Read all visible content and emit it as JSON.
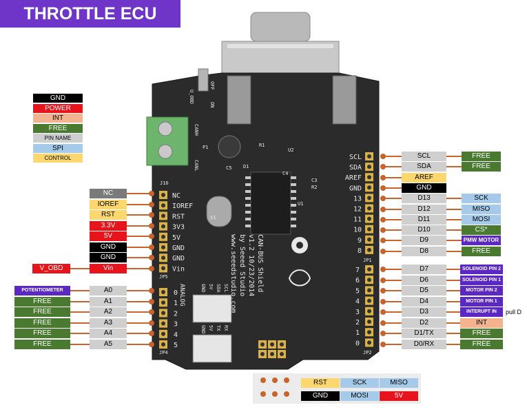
{
  "title": "THROTTLE ECU",
  "legend": [
    {
      "text": "GND",
      "bg": "#000000",
      "fg": "#ffffff"
    },
    {
      "text": "POWER",
      "bg": "#e8141b",
      "fg": "#ffffff"
    },
    {
      "text": "INT",
      "bg": "#f2b38e",
      "fg": "#000000"
    },
    {
      "text": "FREE",
      "bg": "#4a7a2f",
      "fg": "#ffffff"
    },
    {
      "text": "PIN NAME",
      "bg": "#cfcfcf",
      "fg": "#000000"
    },
    {
      "text": "SPI",
      "bg": "#a6cbea",
      "fg": "#000000"
    },
    {
      "text": "CONTROL",
      "bg": "#fbd76e",
      "fg": "#000000"
    }
  ],
  "colors": {
    "gnd": "#000000",
    "power": "#e8141b",
    "int": "#f2b38e",
    "free": "#4a7a2f",
    "pin": "#cfcfcf",
    "spi": "#a6cbea",
    "control": "#fbd76e",
    "purple": "#5b28c4",
    "nc": "#7a7a7a",
    "connector": "#c9632a",
    "board": "#2b2b2b"
  },
  "left_power": [
    {
      "pin": "NC",
      "type": "nc"
    },
    {
      "pin": "IOREF",
      "type": "control"
    },
    {
      "pin": "RST",
      "type": "control"
    },
    {
      "pin": "3.3V",
      "type": "power"
    },
    {
      "pin": "5V",
      "type": "power"
    },
    {
      "pin": "GND",
      "type": "gnd"
    },
    {
      "pin": "GND",
      "type": "gnd"
    },
    {
      "pin": "Vin",
      "type": "power",
      "ext": "V_OBD",
      "ext_type": "power"
    }
  ],
  "left_analog": [
    {
      "pin": "A0",
      "ext": "POTENTIOMETER",
      "ext_type": "purple"
    },
    {
      "pin": "A1",
      "ext": "FREE",
      "ext_type": "free"
    },
    {
      "pin": "A2",
      "ext": "FREE",
      "ext_type": "free"
    },
    {
      "pin": "A3",
      "ext": "FREE",
      "ext_type": "free"
    },
    {
      "pin": "A4",
      "ext": "FREE",
      "ext_type": "free"
    },
    {
      "pin": "A5",
      "ext": "FREE",
      "ext_type": "free"
    }
  ],
  "right_top": [
    {
      "pin": "SCL",
      "ext": "FREE",
      "ext_type": "free"
    },
    {
      "pin": "SDA",
      "ext": "FREE",
      "ext_type": "free"
    },
    {
      "pin": "AREF",
      "type": "control"
    },
    {
      "pin": "GND",
      "type": "gnd"
    },
    {
      "pin": "D13",
      "ext": "SCK",
      "ext_type": "spi"
    },
    {
      "pin": "D12",
      "ext": "MISO",
      "ext_type": "spi"
    },
    {
      "pin": "D11",
      "ext": "MOSI",
      "ext_type": "spi"
    },
    {
      "pin": "D10",
      "ext": "CS*",
      "ext_type": "free"
    },
    {
      "pin": "D9",
      "ext": "PMW MOTOR",
      "ext_type": "purple"
    },
    {
      "pin": "D8",
      "ext": "FREE",
      "ext_type": "free"
    }
  ],
  "right_bottom": [
    {
      "pin": "D7",
      "ext": "SOLENOID PIN 2",
      "ext_type": "purple"
    },
    {
      "pin": "D6",
      "ext": "SOLENOID PIN 1",
      "ext_type": "purple"
    },
    {
      "pin": "D5",
      "ext": "MOTOR PIN 2",
      "ext_type": "purple"
    },
    {
      "pin": "D4",
      "ext": "MOTOR PIN 1",
      "ext_type": "purple"
    },
    {
      "pin": "D3",
      "ext": "INTERUPT IN",
      "ext_type": "purple",
      "note": "pull D"
    },
    {
      "pin": "D2",
      "ext": "INT",
      "ext_type": "int"
    },
    {
      "pin": "D1/TX",
      "ext": "FREE",
      "ext_type": "free"
    },
    {
      "pin": "D0/RX",
      "ext": "FREE",
      "ext_type": "free"
    }
  ],
  "icsp": {
    "row1": [
      {
        "text": "RST",
        "type": "control"
      },
      {
        "text": "SCK",
        "type": "spi"
      },
      {
        "text": "MISO",
        "type": "spi"
      }
    ],
    "row2": [
      {
        "text": "GND",
        "type": "gnd"
      },
      {
        "text": "MOSI",
        "type": "spi"
      },
      {
        "text": "5V",
        "type": "power"
      }
    ]
  },
  "board": {
    "left_pins_top": [
      "NC",
      "IOREF",
      "RST",
      "3V3",
      "5V",
      "GND",
      "GND",
      "Vin"
    ],
    "left_pins_top_label": "J16",
    "left_header_label": "JP5",
    "analog_pins": [
      "0",
      "1",
      "2",
      "3",
      "4",
      "5"
    ],
    "analog_label": "ANALOG",
    "analog_header_label": "JP4",
    "right_top_pins": [
      "SCL",
      "SDA",
      "AREF",
      "GND",
      "13",
      "12",
      "11",
      "10",
      "9",
      "8"
    ],
    "right_top_header_label": "JP1",
    "right_bottom_pins": [
      "7",
      "6",
      "5",
      "4",
      "3",
      "2",
      "1",
      "0"
    ],
    "right_bottom_header_label": "JP2",
    "shield_text": [
      "CAN-BUS Shield",
      "v1.2 10/23/2014",
      "by Seeed Studio",
      "www.seeedstudio.com"
    ],
    "grove1": [
      "GND",
      "5V",
      "SDA",
      "SCL"
    ],
    "grove2": [
      "GND",
      "5V",
      "TX",
      "RX"
    ],
    "canh": "CANH",
    "canl": "CANL",
    "u_obd": "U_OBD",
    "off": "OFF",
    "on": "ON",
    "x1": "X1",
    "u1": "U1",
    "u2": "U2",
    "r1": "R1",
    "c3": "C3",
    "r2": "R2",
    "c4": "C4",
    "c5": "C5",
    "d1": "D1",
    "p1": "P1"
  }
}
